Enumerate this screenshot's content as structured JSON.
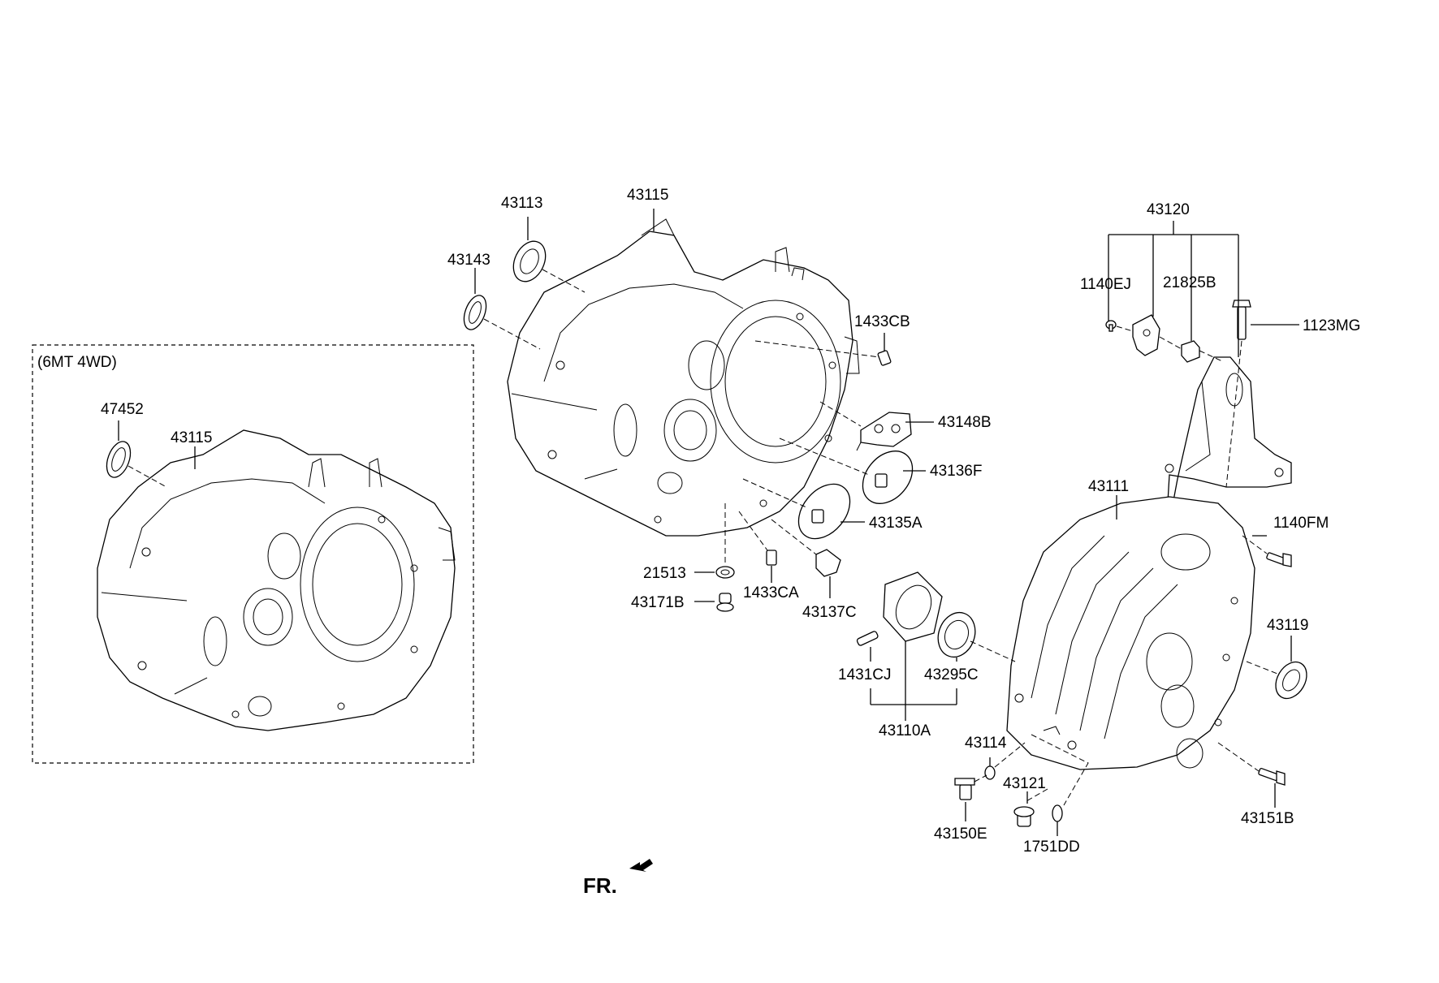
{
  "variant_label": "(6MT 4WD)",
  "front_marker": "FR.",
  "labels": {
    "p43113": "43113",
    "p43115_main": "43115",
    "p43143": "43143",
    "p43120": "43120",
    "p1140EJ": "1140EJ",
    "p21825B": "21825B",
    "p1123MG": "1123MG",
    "p1433CB": "1433CB",
    "p43148B": "43148B",
    "p43136F": "43136F",
    "p43135A": "43135A",
    "p21513": "21513",
    "p1433CA": "1433CA",
    "p43171B": "43171B",
    "p43137C": "43137C",
    "p47452": "47452",
    "p43115_4wd": "43115",
    "p43111": "43111",
    "p1140FM": "1140FM",
    "p43119": "43119",
    "p1431CJ": "1431CJ",
    "p43295C": "43295C",
    "p43110A": "43110A",
    "p43114": "43114",
    "p43121": "43121",
    "p43150E": "43150E",
    "p1751DD": "1751DD",
    "p43151B": "43151B"
  }
}
